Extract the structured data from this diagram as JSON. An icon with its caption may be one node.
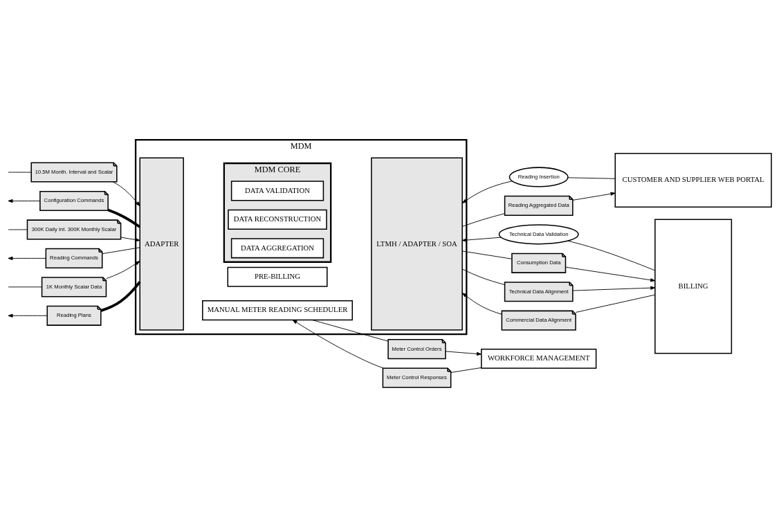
{
  "diagram": {
    "nodes": [
      {
        "text": [
          "MDM"
        ]
      },
      {
        "text": [
          "ADAPTER"
        ],
        "in": 0
      },
      {
        "text": [
          "PRE-BILLING"
        ],
        "in": 0
      },
      {
        "text": [
          "MDM CORE"
        ],
        "in": 0
      },
      {
        "text": [
          "DATA VALIDATION"
        ],
        "in": 3
      },
      {
        "text": [
          "DATA RECONSTRUCTION"
        ],
        "in": 3
      },
      {
        "text": [
          "DATA AGGREGATION"
        ],
        "in": 3
      },
      {
        "text": [
          "MANUAL METER READING SCHEDULER"
        ],
        "in": 0
      },
      {
        "text": [
          "LTMH / ADAPTER / SOA"
        ],
        "in": 0
      },
      {
        "text": [
          "10.5M Month. Interval and Scalar"
        ]
      },
      {
        "text": [
          "Configuration Commands"
        ]
      },
      {
        "text": [
          "300K Daily Int. 300K Monthly Scalar"
        ]
      },
      {
        "text": [
          "Reading Commands"
        ]
      },
      {
        "text": [
          "1K Monthly Scalar Data"
        ]
      },
      {
        "text": [
          "Reading Plans"
        ]
      },
      {
        "text": [
          "Reading Insertion"
        ]
      },
      {
        "text": [
          "Reading Aggregated Data"
        ]
      },
      {
        "text": [
          "CUSTOMER AND SUPPLIER WEB PORTAL"
        ]
      },
      {
        "text": [
          "Technical Data Validation"
        ]
      },
      {
        "text": [
          "Consumption Data"
        ]
      },
      {
        "text": [
          "Technical Data Alignment"
        ]
      },
      {
        "text": [
          "Commercial Data Alignment"
        ]
      },
      {
        "text": [
          "BILLING"
        ]
      },
      {
        "text": [
          "Meter Control Orders"
        ]
      },
      {
        "text": [
          "Meter Control Responses"
        ]
      },
      {
        "text": [
          "WORKFORCE MANAGEMENT"
        ]
      }
    ],
    "edges": [
      {
        "from": null,
        "to": 9,
        "arrow": "none"
      },
      {
        "from": 9,
        "to": 1,
        "arrow": "to"
      },
      {
        "from": 1,
        "to": 10,
        "arrow": "none",
        "style": "thick"
      },
      {
        "from": 10,
        "to": null,
        "arrow": "to"
      },
      {
        "from": null,
        "to": 11,
        "arrow": "none"
      },
      {
        "from": 11,
        "to": 1,
        "arrow": "to"
      },
      {
        "from": 1,
        "to": 12,
        "arrow": "none"
      },
      {
        "from": 12,
        "to": null,
        "arrow": "to"
      },
      {
        "from": null,
        "to": 13,
        "arrow": "none"
      },
      {
        "from": 13,
        "to": 1,
        "arrow": "to"
      },
      {
        "from": 1,
        "to": 14,
        "arrow": "none",
        "style": "thick"
      },
      {
        "from": 14,
        "to": null,
        "arrow": "to"
      },
      {
        "from": 17,
        "to": 15,
        "arrow": "none"
      },
      {
        "from": 15,
        "to": 8,
        "arrow": "to"
      },
      {
        "from": 8,
        "to": 16,
        "arrow": "none"
      },
      {
        "from": 16,
        "to": 17,
        "arrow": "to"
      },
      {
        "from": 22,
        "to": 18,
        "arrow": "none"
      },
      {
        "from": 18,
        "to": 8,
        "arrow": "to"
      },
      {
        "from": 8,
        "to": 19,
        "arrow": "none"
      },
      {
        "from": 19,
        "to": 22,
        "arrow": "to"
      },
      {
        "from": 8,
        "to": 20,
        "arrow": "none"
      },
      {
        "from": 20,
        "to": 22,
        "arrow": "to"
      },
      {
        "from": 22,
        "to": 21,
        "arrow": "none"
      },
      {
        "from": 21,
        "to": 8,
        "arrow": "to"
      },
      {
        "from": 7,
        "to": 23,
        "arrow": "none"
      },
      {
        "from": 23,
        "to": 25,
        "arrow": "to"
      },
      {
        "from": 25,
        "to": 24,
        "arrow": "none"
      },
      {
        "from": 24,
        "to": 7,
        "arrow": "to"
      }
    ]
  }
}
